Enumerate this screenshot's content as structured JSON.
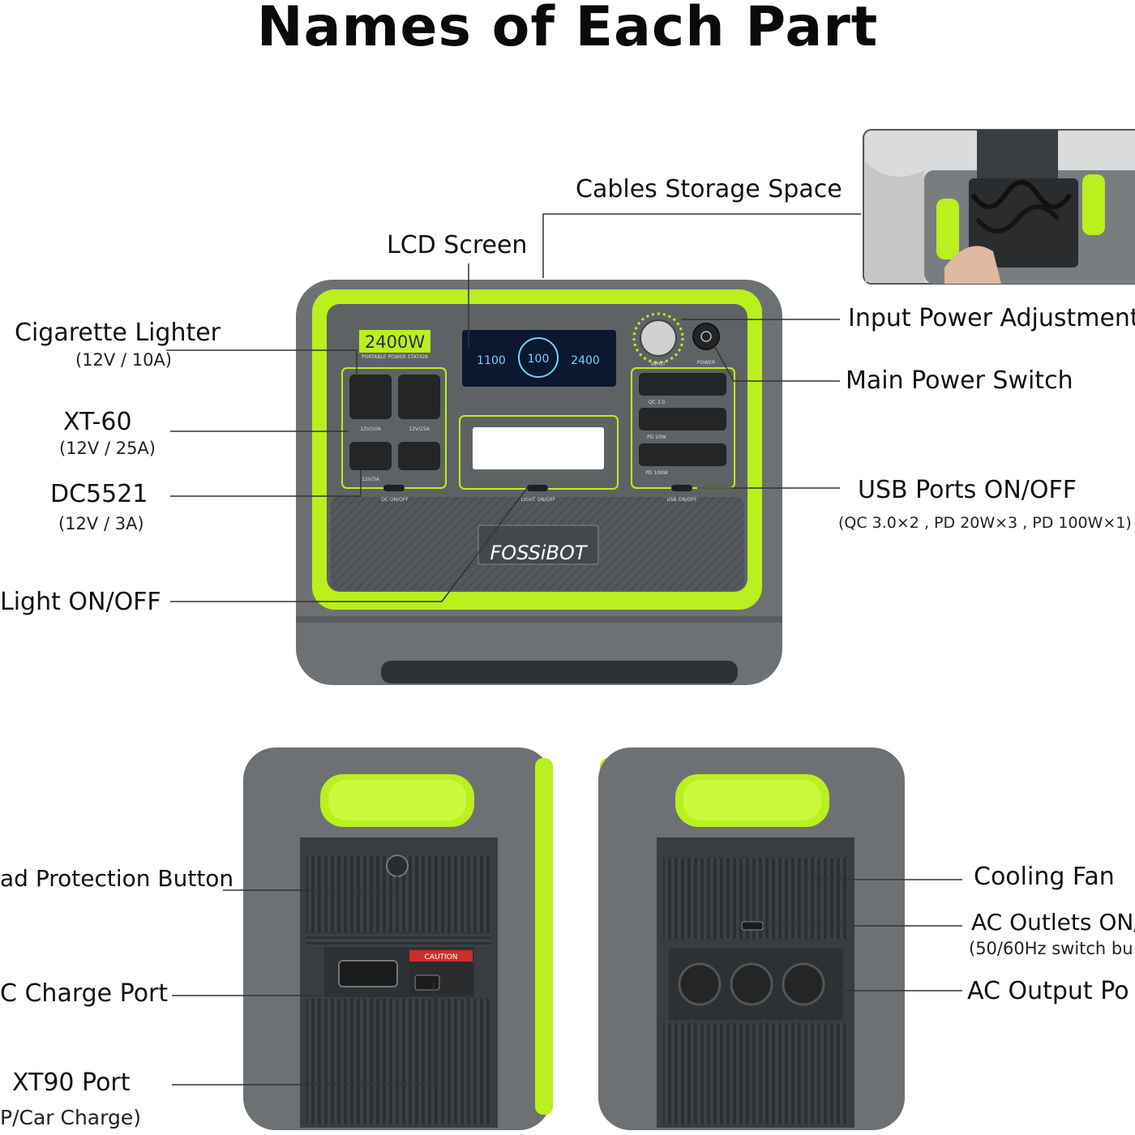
{
  "title": "Names of Each Part",
  "product": {
    "wattage_badge": "2400W",
    "badge_caption": "PORTABLE POWER STATION",
    "brand": "FOSSiBOT",
    "lcd": {
      "input": "1100",
      "percent": "100",
      "output": "2400"
    },
    "panel_tags": {
      "dc_onoff": "DC ON/OFF",
      "light_onoff": "LIGHT ON/OFF",
      "usb_onoff": "USB ON/OFF",
      "input": "INPUT",
      "power": "POWER",
      "qc30": "QC 3.0",
      "pd20": "PD 20W",
      "pd100": "PD 100W",
      "v12_10a": "12V/10A",
      "v12_25a": "12V/25A",
      "v12_3a": "12V/3A",
      "caution": "CAUTION"
    }
  },
  "labels": {
    "cables_storage": "Cables Storage Space",
    "lcd_screen": "LCD Screen",
    "cigarette": "Cigarette Lighter",
    "cigarette_spec": "(12V / 10A)",
    "xt60": "XT-60",
    "xt60_spec": "(12V / 25A)",
    "dc5521": "DC5521",
    "dc5521_spec": "(12V / 3A)",
    "light": "Light ON/OFF",
    "input_adj": "Input Power Adjustment",
    "main_switch": "Main Power Switch",
    "usb": "USB Ports ON/OFF",
    "usb_spec": "(QC 3.0×2 , PD 20W×3 , PD 100W×1)",
    "overload": "ad Protection Button",
    "ac_charge": "C Charge Port",
    "xt90": "XT90 Port",
    "xt90_spec": "P/Car Charge)",
    "cooling": "Cooling Fan",
    "ac_outlets": "AC Outlets ON/",
    "ac_outlets_spec": "(50/60Hz switch bu",
    "ac_output": "AC Output Po"
  },
  "colors": {
    "accent": "#b9f01e",
    "body": "#6e7174",
    "body_dark": "#55585b",
    "panel": "#5c5f62",
    "lcd": "#0b1830",
    "lcd_text": "#6fd3ff",
    "line": "#333333"
  }
}
